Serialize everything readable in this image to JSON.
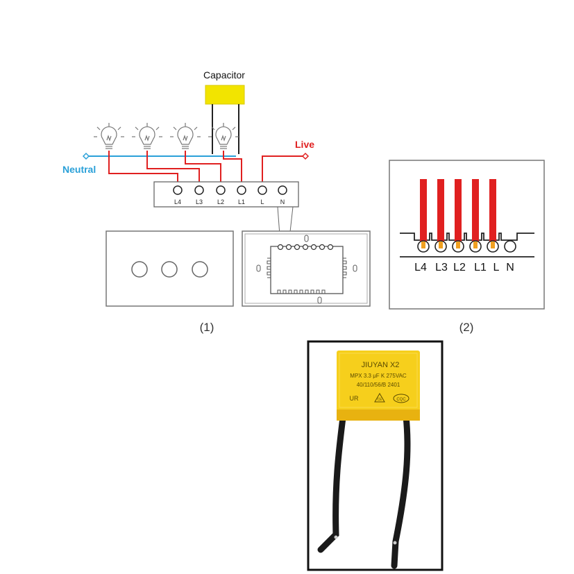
{
  "diagram": {
    "capacitor_label": "Capacitor",
    "neutral_label": "Neutral",
    "live_label": "Live",
    "terminals": [
      "L4",
      "L3",
      "L2",
      "L1",
      "L",
      "N"
    ],
    "panel_captions": [
      "(1)",
      "(2)"
    ],
    "detail_terminals": [
      "L4",
      "L3",
      "L2",
      "L1",
      "L",
      "N"
    ],
    "colors": {
      "live_wire": "#e02020",
      "neutral_wire": "#2aa0d8",
      "capacitor": "#f2e400",
      "line": "#555555"
    }
  },
  "photo": {
    "brand": "JIUYAN X2",
    "spec_line_1": "MPX 3.3 μF K 275VAC",
    "spec_line_2": "40/110/56/B 2401",
    "marks": [
      "UR",
      "CE",
      "CQC"
    ]
  }
}
